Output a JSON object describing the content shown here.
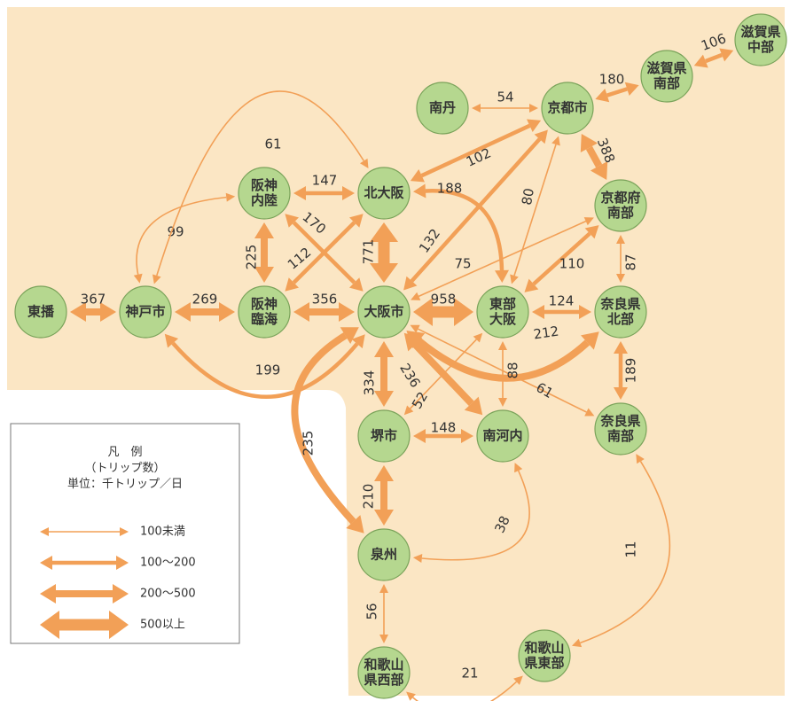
{
  "colors": {
    "region_fill": "#fbe6c4",
    "node_fill": "#b5d78f",
    "node_stroke": "#7aa35a",
    "arrow": "#f2a057"
  },
  "nodes": [
    {
      "id": "higashiharima",
      "lines": [
        "東播"
      ]
    },
    {
      "id": "kobe",
      "lines": [
        "神戸市"
      ]
    },
    {
      "id": "hanshin_rinkai",
      "lines": [
        "阪神",
        "臨海"
      ]
    },
    {
      "id": "hanshin_nairiku",
      "lines": [
        "阪神",
        "内陸"
      ]
    },
    {
      "id": "kita_osaka",
      "lines": [
        "北大阪"
      ]
    },
    {
      "id": "osaka",
      "lines": [
        "大阪市"
      ]
    },
    {
      "id": "nantan",
      "lines": [
        "南丹"
      ]
    },
    {
      "id": "kyoto",
      "lines": [
        "京都市"
      ]
    },
    {
      "id": "shiga_nanbu",
      "lines": [
        "滋賀県",
        "南部"
      ]
    },
    {
      "id": "shiga_chubu",
      "lines": [
        "滋賀県",
        "中部"
      ]
    },
    {
      "id": "kyotofu_nanbu",
      "lines": [
        "京都府",
        "南部"
      ]
    },
    {
      "id": "tobu_osaka",
      "lines": [
        "東部",
        "大阪"
      ]
    },
    {
      "id": "nara_hokubu",
      "lines": [
        "奈良県",
        "北部"
      ]
    },
    {
      "id": "nara_nanbu",
      "lines": [
        "奈良県",
        "南部"
      ]
    },
    {
      "id": "sakai",
      "lines": [
        "堺市"
      ]
    },
    {
      "id": "minami_kawachi",
      "lines": [
        "南河内"
      ]
    },
    {
      "id": "senshu",
      "lines": [
        "泉州"
      ]
    },
    {
      "id": "wakayama_seibu",
      "lines": [
        "和歌山",
        "県西部"
      ]
    },
    {
      "id": "wakayama_tobu",
      "lines": [
        "和歌山",
        "県東部"
      ]
    }
  ],
  "flows": [
    {
      "from": "higashiharima",
      "to": "kobe",
      "value": "367",
      "tier": 3
    },
    {
      "from": "kobe",
      "to": "hanshin_rinkai",
      "value": "269",
      "tier": 3
    },
    {
      "from": "hanshin_rinkai",
      "to": "osaka",
      "value": "356",
      "tier": 3
    },
    {
      "from": "hanshin_nairiku",
      "to": "kita_osaka",
      "value": "147",
      "tier": 2
    },
    {
      "from": "hanshin_nairiku",
      "to": "hanshin_rinkai",
      "value": "225",
      "tier": 3
    },
    {
      "from": "hanshin_nairiku",
      "to": "osaka",
      "value": "170",
      "tier": 2
    },
    {
      "from": "hanshin_rinkai",
      "to": "kita_osaka",
      "value": "112",
      "tier": 2
    },
    {
      "from": "kobe",
      "to": "hanshin_nairiku",
      "value": "99",
      "tier": 1
    },
    {
      "from": "kobe",
      "to": "kita_osaka",
      "value": "61",
      "tier": 1
    },
    {
      "from": "kobe",
      "to": "osaka",
      "value": "199",
      "tier": 2
    },
    {
      "from": "kita_osaka",
      "to": "osaka",
      "value": "771",
      "tier": 4
    },
    {
      "from": "kita_osaka",
      "to": "kyoto",
      "value": "102",
      "tier": 2
    },
    {
      "from": "kita_osaka",
      "to": "tobu_osaka",
      "value": "188",
      "tier": 2
    },
    {
      "from": "nantan",
      "to": "kyoto",
      "value": "54",
      "tier": 1
    },
    {
      "from": "kyoto",
      "to": "shiga_nanbu",
      "value": "180",
      "tier": 2
    },
    {
      "from": "shiga_nanbu",
      "to": "shiga_chubu",
      "value": "106",
      "tier": 2
    },
    {
      "from": "kyoto",
      "to": "kyotofu_nanbu",
      "value": "388",
      "tier": 3
    },
    {
      "from": "osaka",
      "to": "kyoto",
      "value": "132",
      "tier": 2
    },
    {
      "from": "tobu_osaka",
      "to": "kyoto",
      "value": "80",
      "tier": 1
    },
    {
      "from": "osaka",
      "to": "kyotofu_nanbu",
      "value": "75",
      "tier": 1
    },
    {
      "from": "kyotofu_nanbu",
      "to": "tobu_osaka",
      "value": "110",
      "tier": 2
    },
    {
      "from": "kyotofu_nanbu",
      "to": "nara_hokubu",
      "value": "87",
      "tier": 1
    },
    {
      "from": "osaka",
      "to": "tobu_osaka",
      "value": "958",
      "tier": 4
    },
    {
      "from": "tobu_osaka",
      "to": "nara_hokubu",
      "value": "124",
      "tier": 2
    },
    {
      "from": "osaka",
      "to": "nara_hokubu",
      "value": "212",
      "tier": 3
    },
    {
      "from": "nara_hokubu",
      "to": "nara_nanbu",
      "value": "189",
      "tier": 2
    },
    {
      "from": "osaka",
      "to": "nara_nanbu",
      "value": "61",
      "tier": 1
    },
    {
      "from": "tobu_osaka",
      "to": "minami_kawachi",
      "value": "88",
      "tier": 1
    },
    {
      "from": "osaka",
      "to": "sakai",
      "value": "334",
      "tier": 3
    },
    {
      "from": "osaka",
      "to": "minami_kawachi",
      "value": "236",
      "tier": 3
    },
    {
      "from": "sakai",
      "to": "tobu_osaka",
      "value": "52",
      "tier": 1
    },
    {
      "from": "sakai",
      "to": "minami_kawachi",
      "value": "148",
      "tier": 2
    },
    {
      "from": "osaka",
      "to": "senshu",
      "value": "235",
      "tier": 3
    },
    {
      "from": "sakai",
      "to": "senshu",
      "value": "210",
      "tier": 3
    },
    {
      "from": "minami_kawachi",
      "to": "senshu",
      "value": "38",
      "tier": 1
    },
    {
      "from": "senshu",
      "to": "wakayama_seibu",
      "value": "56",
      "tier": 1
    },
    {
      "from": "wakayama_seibu",
      "to": "wakayama_tobu",
      "value": "21",
      "tier": 1
    },
    {
      "from": "wakayama_tobu",
      "to": "nara_nanbu",
      "value": "11",
      "tier": 1
    }
  ],
  "legend": {
    "title_lines": [
      "凡　例",
      "（トリップ数）",
      "単位：千トリップ／日"
    ],
    "items": [
      {
        "tier": 1,
        "label": "100未満"
      },
      {
        "tier": 2,
        "label": "100～200"
      },
      {
        "tier": 3,
        "label": "200～500"
      },
      {
        "tier": 4,
        "label": "500以上"
      }
    ]
  }
}
